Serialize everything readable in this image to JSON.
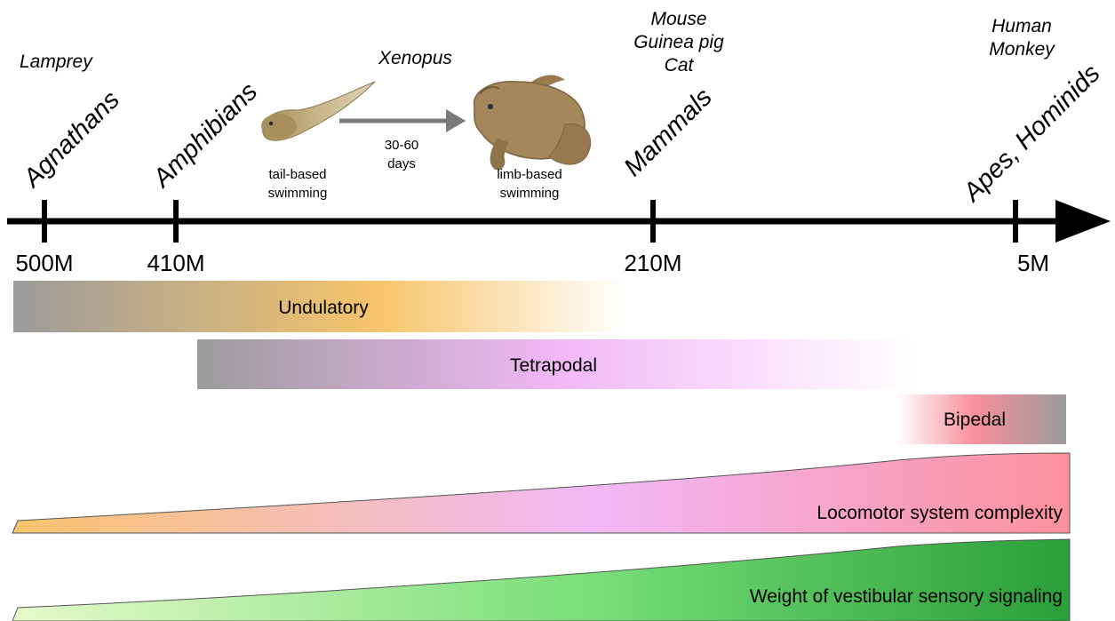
{
  "organisms": {
    "lamprey": "Lamprey",
    "xenopus": "Xenopus",
    "mammals": [
      "Mouse",
      "Guinea pig",
      "Cat"
    ],
    "primates": [
      "Human",
      "Monkey"
    ]
  },
  "groups": {
    "agnathans": "Agnathans",
    "amphibians": "Amphibians",
    "mammals": "Mammals",
    "apes": "Apes, Hominids"
  },
  "development": {
    "tadpole_caption": [
      "tail-based",
      "swimming"
    ],
    "arrow_caption": [
      "30-60",
      "days"
    ],
    "frog_caption": [
      "limb-based",
      "swimming"
    ]
  },
  "timeline": {
    "ticks": [
      "500M",
      "410M",
      "210M",
      "5M"
    ]
  },
  "modes": {
    "undulatory": "Undulatory",
    "tetrapodal": "Tetrapodal",
    "bipedal": "Bipedal"
  },
  "trends": {
    "locomotor": "Locomotor system complexity",
    "vestibular": "Weight of vestibular sensory signaling"
  },
  "colors": {
    "grey": "#9b9b9b",
    "orange": "#f7c56b",
    "pink_violet": "#f3b8f7",
    "red_pink": "#f59aa4",
    "green_light": "#e3f8c9",
    "green_dark": "#2ea33d"
  }
}
